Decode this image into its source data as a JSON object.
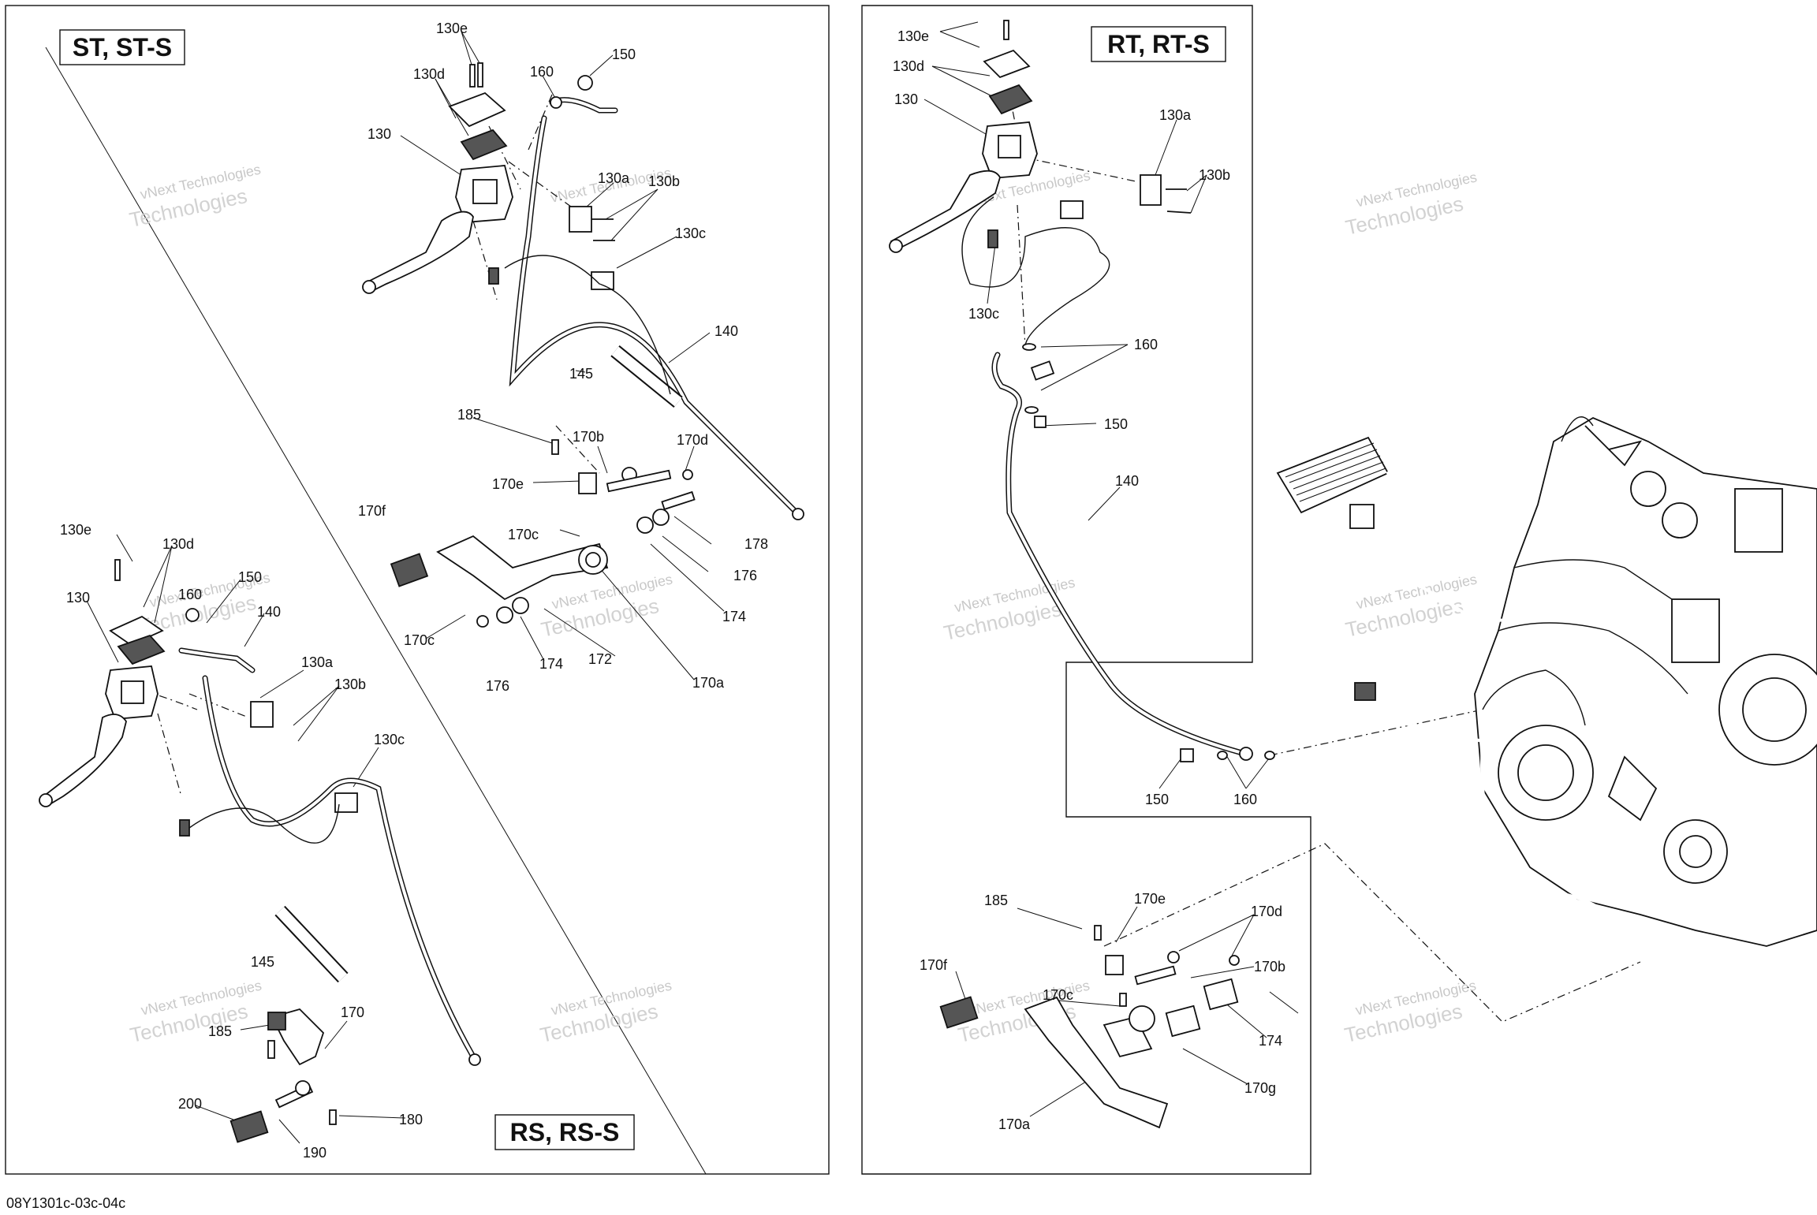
{
  "models": {
    "st": "ST, ST-S",
    "rs": "RS, RS-S",
    "rt": "RT, RT-S"
  },
  "watermark": {
    "brand": "vNext Technologies",
    "sub": "Technologies"
  },
  "footer": {
    "ref": "08Y1301c-03c-04c"
  },
  "callouts": {
    "st": {
      "c130e": "130e",
      "c130d": "130d",
      "c160": "160",
      "c150": "150",
      "c130": "130",
      "c130a": "130a",
      "c130b": "130b",
      "c130c": "130c",
      "c140": "140",
      "c145": "145",
      "c185": "185",
      "c170b": "170b",
      "c170d": "170d",
      "c170e": "170e",
      "c170f": "170f",
      "c170c1": "170c",
      "c178": "178",
      "c176a": "176",
      "c174a": "174",
      "c170c2": "170c",
      "c172": "172",
      "c174b": "174",
      "c176b": "176",
      "c170a": "170a"
    },
    "rs": {
      "c130e": "130e",
      "c130d": "130d",
      "c150": "150",
      "c160": "160",
      "c130": "130",
      "c140": "140",
      "c130a": "130a",
      "c130b": "130b",
      "c130c": "130c",
      "c145": "145",
      "c170": "170",
      "c185": "185",
      "c200": "200",
      "c180": "180",
      "c190": "190"
    },
    "rt": {
      "c130e": "130e",
      "c130d": "130d",
      "c130": "130",
      "c130a": "130a",
      "c130b": "130b",
      "c130c": "130c",
      "c160a": "160",
      "c150a": "150",
      "c140": "140",
      "c150b": "150",
      "c160b": "160",
      "c185": "185",
      "c170e": "170e",
      "c170d": "170d",
      "c170f": "170f",
      "c170c": "170c",
      "c170b": "170b",
      "c174": "174",
      "c170g": "170g",
      "c170a": "170a"
    }
  }
}
